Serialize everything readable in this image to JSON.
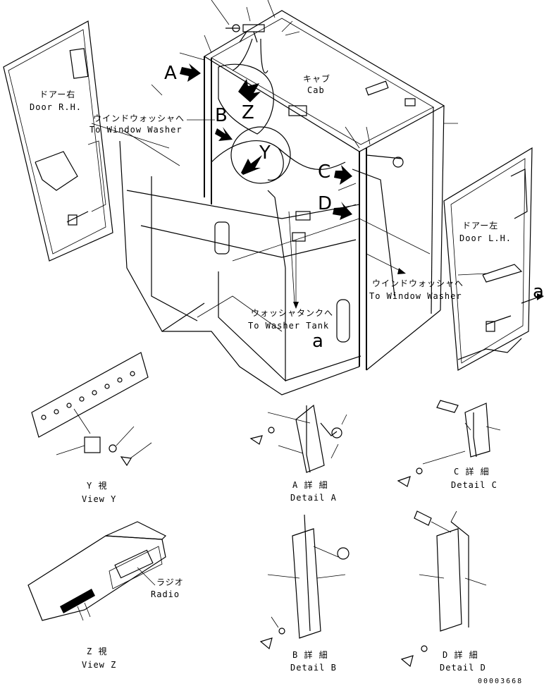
{
  "labels": {
    "door_rh_jp": "ドアー右",
    "door_rh_en": "Door R.H.",
    "cab_jp": "キャブ",
    "cab_en": "Cab",
    "door_lh_jp": "ドアー左",
    "door_lh_en": "Door L.H.",
    "washer_jp_left": "ウインドウォッシャへ",
    "washer_en_left": "To Window Washer",
    "washer_jp_right": "ウインドウォッシャへ",
    "washer_en_right": "To Window Washer",
    "tank_jp": "ウォッシャタンクへ",
    "tank_en": "To Washer Tank",
    "radio_jp": "ラジオ",
    "radio_en": "Radio",
    "view_y_jp": "Y 視",
    "view_y_en": "View Y",
    "view_z_jp": "Z 視",
    "view_z_en": "View Z",
    "detail_a_jp": "A 詳 細",
    "detail_a_en": "Detail A",
    "detail_b_jp": "B 詳 細",
    "detail_b_en": "Detail B",
    "detail_c_jp": "C 詳 細",
    "detail_c_en": "Detail C",
    "detail_d_jp": "D 詳 細",
    "detail_d_en": "Detail D",
    "drawing_number": "00003668"
  },
  "callouts": {
    "a": "A",
    "b": "B",
    "c": "C",
    "d": "D",
    "y": "Y",
    "z": "Z",
    "a_lower_left": "a",
    "a_lower_right": "a"
  }
}
